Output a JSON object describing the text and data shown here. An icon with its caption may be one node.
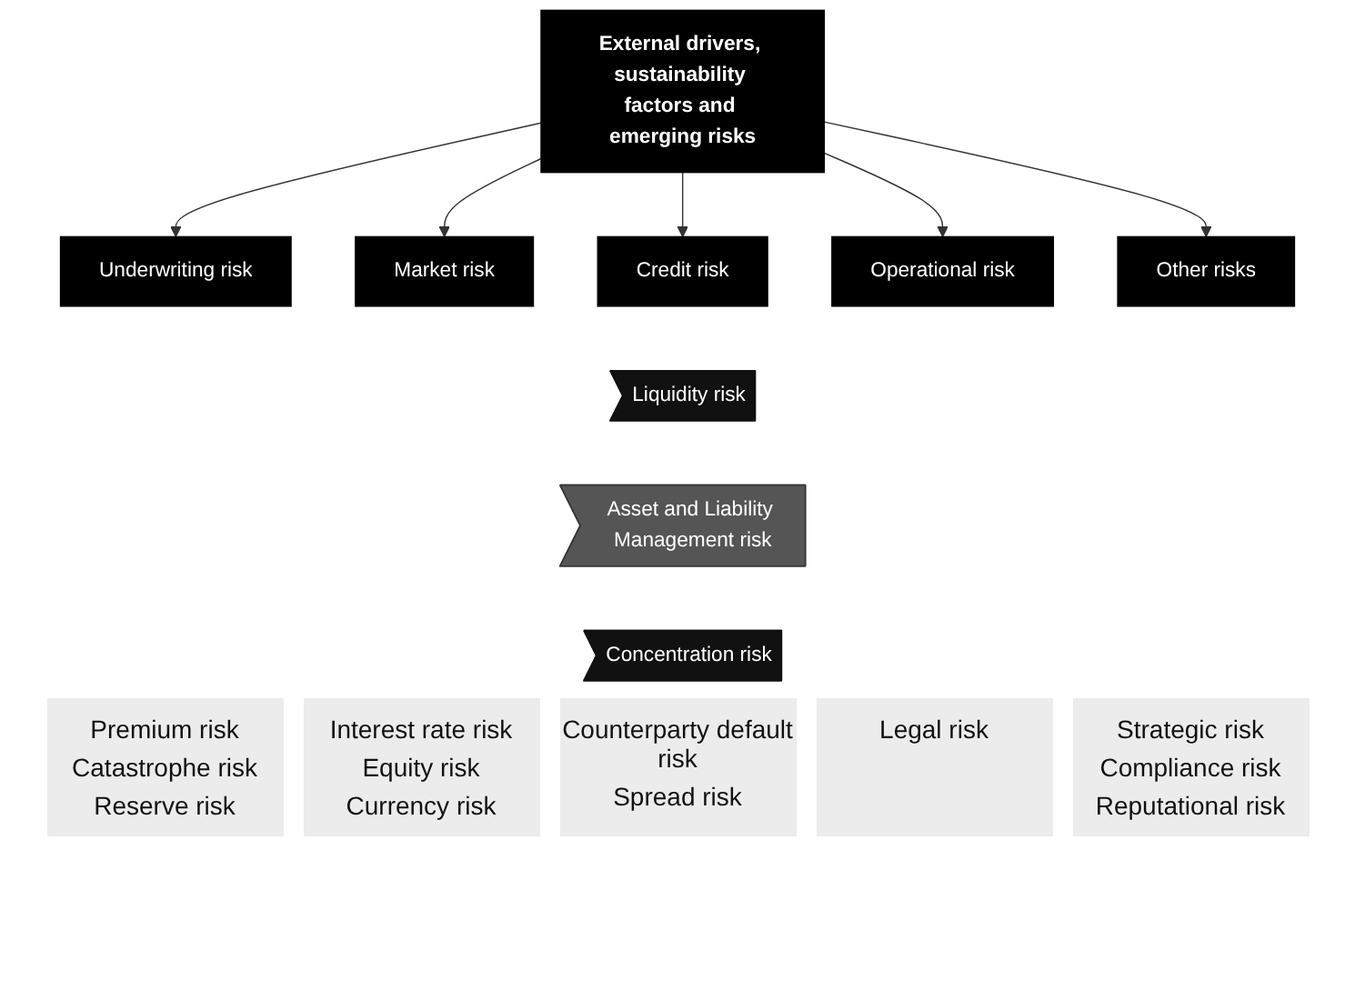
{
  "diagram": {
    "nodes": [
      {
        "text": [
          "External drivers, sustainability factors and emerging risks"
        ]
      },
      {
        "text": [
          "Underwriting risk"
        ]
      },
      {
        "text": [
          "Market risk"
        ]
      },
      {
        "text": [
          "Credit risk"
        ]
      },
      {
        "text": [
          "Operational risk"
        ]
      },
      {
        "text": [
          "Other risks"
        ]
      },
      {
        "text": [
          "Liquidity risk"
        ]
      },
      {
        "text": [
          "Asset and Liability Management risk"
        ]
      },
      {
        "text": [
          "Concentration risk"
        ]
      }
    ],
    "edges": [
      {
        "from": 0,
        "to": 1,
        "arrow": "to"
      },
      {
        "from": 0,
        "to": 2,
        "arrow": "to"
      },
      {
        "from": 0,
        "to": 3,
        "arrow": "to"
      },
      {
        "from": 0,
        "to": 4,
        "arrow": "to"
      },
      {
        "from": 0,
        "to": 5,
        "arrow": "to"
      }
    ],
    "labels": [
      "Premium risk",
      "Catastrophe risk",
      "Reserve risk",
      "Interest rate risk",
      "Equity risk",
      "Currency risk",
      "Counterparty default risk",
      "Spread risk",
      "Legal risk",
      "Strategic risk",
      "Compliance risk",
      "Reputational risk"
    ]
  }
}
